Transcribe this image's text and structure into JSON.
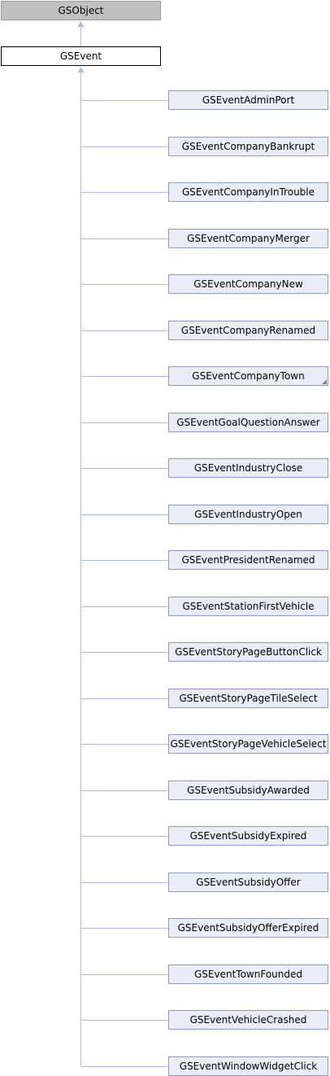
{
  "root": {
    "label": "GSObject"
  },
  "current": {
    "label": "GSEvent"
  },
  "children": [
    {
      "label": "GSEventAdminPort"
    },
    {
      "label": "GSEventCompanyBankrupt"
    },
    {
      "label": "GSEventCompanyInTrouble"
    },
    {
      "label": "GSEventCompanyMerger"
    },
    {
      "label": "GSEventCompanyNew"
    },
    {
      "label": "GSEventCompanyRenamed"
    },
    {
      "label": "GSEventCompanyTown",
      "has_subclasses": true
    },
    {
      "label": "GSEventGoalQuestionAnswer"
    },
    {
      "label": "GSEventIndustryClose"
    },
    {
      "label": "GSEventIndustryOpen"
    },
    {
      "label": "GSEventPresidentRenamed"
    },
    {
      "label": "GSEventStationFirstVehicle"
    },
    {
      "label": "GSEventStoryPageButtonClick"
    },
    {
      "label": "GSEventStoryPageTileSelect"
    },
    {
      "label": "GSEventStoryPageVehicleSelect"
    },
    {
      "label": "GSEventSubsidyAwarded"
    },
    {
      "label": "GSEventSubsidyExpired"
    },
    {
      "label": "GSEventSubsidyOffer"
    },
    {
      "label": "GSEventSubsidyOfferExpired"
    },
    {
      "label": "GSEventTownFounded"
    },
    {
      "label": "GSEventVehicleCrashed"
    },
    {
      "label": "GSEventWindowWidgetClick"
    }
  ],
  "colors": {
    "edge": "#a9bde0",
    "child_fill": "#eaedf7",
    "child_border": "#8a9bc2",
    "root_fill": "#c0c0c0"
  }
}
